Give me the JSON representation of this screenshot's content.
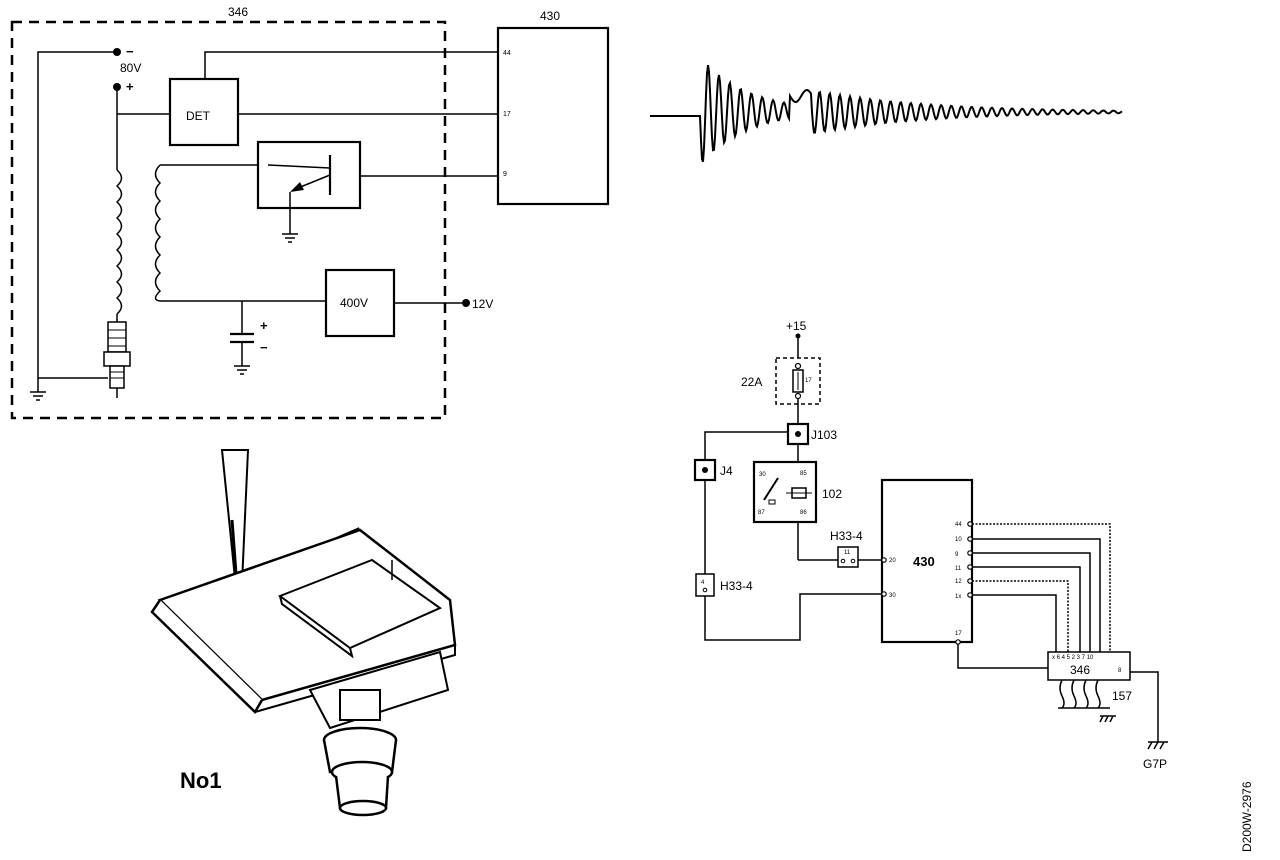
{
  "ignition_diagram": {
    "title": "346",
    "ecu_label": "430",
    "minus_terminal": "−",
    "voltage_80v": "80V",
    "plus_terminal": "+",
    "det_label": "DET",
    "pin_44": "44",
    "pin_17": "17",
    "pin_9": "9",
    "converter_label": "400V",
    "supply_12v": "12V",
    "cap_plus": "+",
    "cap_minus": "−"
  },
  "waveform": {
    "description": "ionization-current-trace"
  },
  "sensor_illustration": {
    "label": "No1"
  },
  "wiring_diagram": {
    "supply": "+15",
    "fuse_box": "22A",
    "fuse_number": "17",
    "connector_j103": "J103",
    "connector_j4": "J4",
    "relay_label": "102",
    "relay_pin_30": "30",
    "relay_pin_85": "85",
    "relay_pin_87": "87",
    "relay_pin_86": "86",
    "connector_h33_top": "H33-4",
    "connector_h33_left": "H33-4",
    "h33_top_pin": "11",
    "h33_left_pin": "4",
    "ecu_label": "430",
    "ecu_left_pins": [
      "20",
      "30"
    ],
    "ecu_right_pins": [
      "44",
      "10",
      "9",
      "11",
      "12",
      "1x"
    ],
    "ecu_bottom_pin": "17",
    "coil_pack_label": "346",
    "coil_pack_pins": "x 6 4 5 2 3 7 10",
    "coil_pack_pin_right": "8",
    "spark_plugs_label": "157",
    "ground_label": "G7P"
  },
  "figure_id": "D200W-2976"
}
